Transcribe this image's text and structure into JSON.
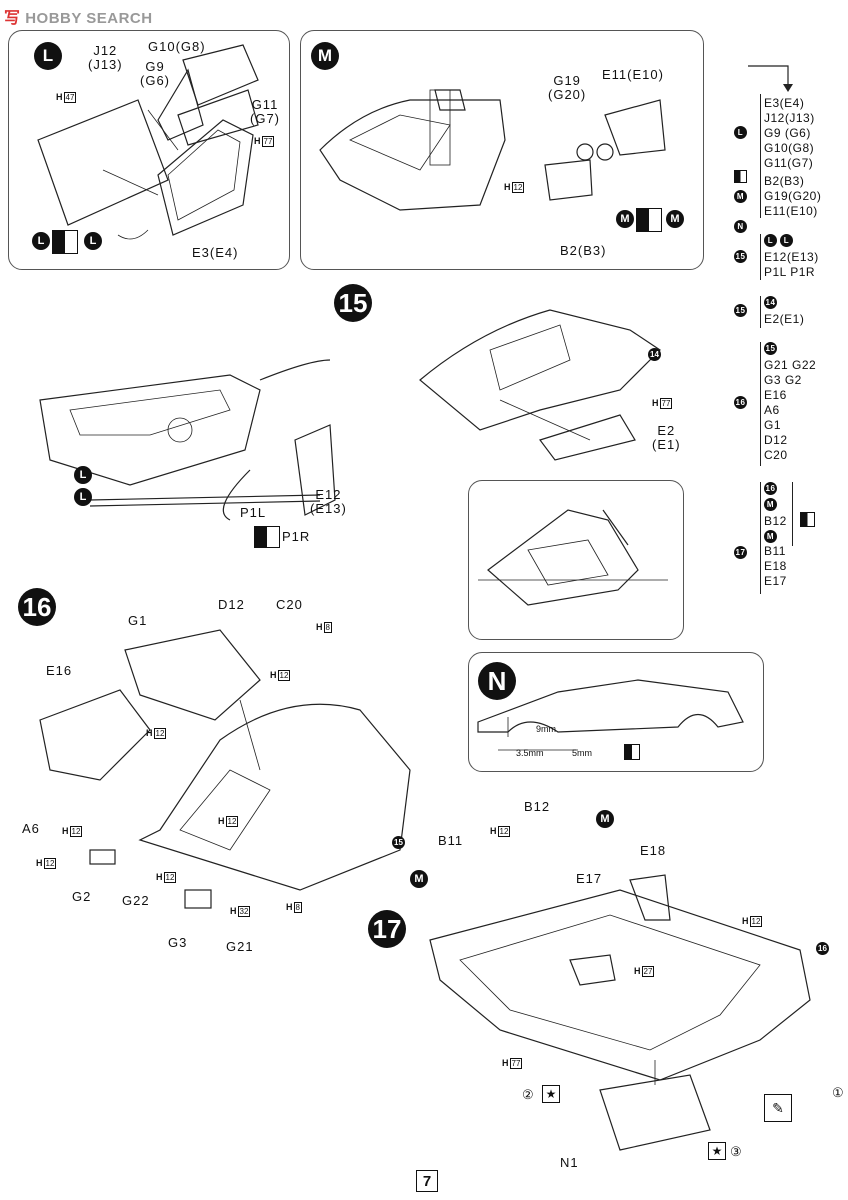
{
  "watermark": {
    "cn": "写",
    "text": "HOBBY SEARCH"
  },
  "page_number": "7",
  "step_L": {
    "badge": "L",
    "parts": {
      "j12": "J12\n(J13)",
      "g10": "G10(G8)",
      "g9": "G9\n(G6)",
      "g11": "G11\n(G7)",
      "e3": "E3(E4)"
    },
    "h_47": "H",
    "h_47_n": "47",
    "h_77": "H",
    "h_77_n": "77",
    "combo_a": "L",
    "combo_b": "L"
  },
  "step_M": {
    "badge": "M",
    "parts": {
      "g19": "G19\n(G20)",
      "e11": "E11(E10)",
      "b2": "B2(B3)"
    },
    "h_12": "H",
    "h_12_n": "12",
    "combo_a": "M",
    "combo_b": "M"
  },
  "step_15": {
    "badge": "15",
    "parts": {
      "p1l": "P1L",
      "p1r": "P1R",
      "e12": "E12\n(E13)",
      "e2": "E2\n(E1)"
    },
    "ref_14": "14",
    "sub_L1": "L",
    "sub_L2": "L",
    "h_77": "H",
    "h_77_n": "77"
  },
  "step_N": {
    "badge": "N",
    "dims": {
      "d9": "9mm",
      "d35": "3.5mm",
      "d5": "5mm"
    }
  },
  "step_16": {
    "badge": "16",
    "parts": {
      "g1": "G1",
      "d12": "D12",
      "c20": "C20",
      "e16": "E16",
      "a6": "A6",
      "g2": "G2",
      "g22": "G22",
      "g3": "G3",
      "g21": "G21"
    },
    "ref_15": "15",
    "h8a": "H",
    "h8a_n": "8",
    "h12a": "H",
    "h12a_n": "12",
    "h12b": "H",
    "h12b_n": "12",
    "h12c": "H",
    "h12c_n": "12",
    "h12d": "H",
    "h12d_n": "12",
    "h12e": "H",
    "h12e_n": "12",
    "h12f": "H",
    "h12f_n": "12",
    "h32": "H",
    "h32_n": "32",
    "h8b": "H",
    "h8b_n": "8"
  },
  "step_17": {
    "badge": "17",
    "parts": {
      "b12": "B12",
      "b11": "B11",
      "e18": "E18",
      "e17": "E17",
      "n1": "N1"
    },
    "ref_16": "16",
    "sub_M1": "M",
    "sub_M2": "M",
    "h12a": "H",
    "h12a_n": "12",
    "h12b": "H",
    "h12b_n": "12",
    "h27": "H",
    "h27_n": "27",
    "h77": "H",
    "h77_n": "77",
    "note_2": "②",
    "note_3": "③",
    "note_1": "①"
  },
  "sidebar": {
    "g1": {
      "badge": "L",
      "rows": [
        "E3(E4)",
        "J12(J13)",
        "G9 (G6)",
        "G10(G8)",
        "G11(G7)"
      ]
    },
    "g2": {
      "badge": "M",
      "rows": [
        "B2(B3)",
        "G19(G20)",
        "E11(E10)"
      ]
    },
    "g3": {
      "badge": "N"
    },
    "g4": {
      "badge": "15",
      "sub_a": "L",
      "sub_b": "L",
      "rows": [
        "E12(E13)",
        "P1L  P1R"
      ]
    },
    "g5": {
      "badge": "15",
      "sub": "14",
      "rows": [
        "E2(E1)"
      ]
    },
    "g6": {
      "badge": "16",
      "sub": "15",
      "rows": [
        "G21  G22",
        "G3   G2",
        "E16",
        "A6",
        "G1",
        "D12",
        "C20"
      ]
    },
    "g7": {
      "badge": "17",
      "sub_a": "16",
      "sub_b": "M",
      "sub_c": "M",
      "rows_a": [
        "B12"
      ],
      "rows_b": [
        "B11",
        "E18",
        "E17"
      ]
    }
  }
}
